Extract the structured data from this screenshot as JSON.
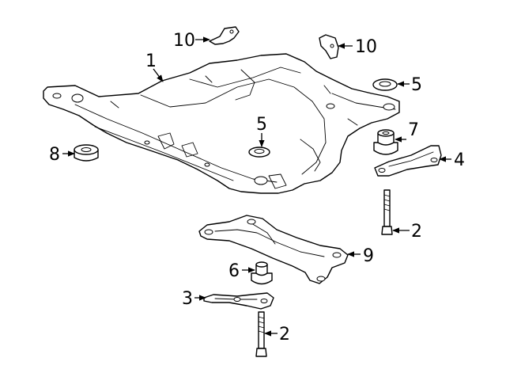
{
  "callouts": [
    {
      "id": "c1",
      "label": "1"
    },
    {
      "id": "c2a",
      "label": "2"
    },
    {
      "id": "c2b",
      "label": "2"
    },
    {
      "id": "c3",
      "label": "3"
    },
    {
      "id": "c4",
      "label": "4"
    },
    {
      "id": "c5a",
      "label": "5"
    },
    {
      "id": "c5b",
      "label": "5"
    },
    {
      "id": "c6",
      "label": "6"
    },
    {
      "id": "c7",
      "label": "7"
    },
    {
      "id": "c8",
      "label": "8"
    },
    {
      "id": "c9",
      "label": "9"
    },
    {
      "id": "c10a",
      "label": "10"
    },
    {
      "id": "c10b",
      "label": "10"
    }
  ],
  "colors": {
    "line": "#000000",
    "background": "#ffffff"
  }
}
